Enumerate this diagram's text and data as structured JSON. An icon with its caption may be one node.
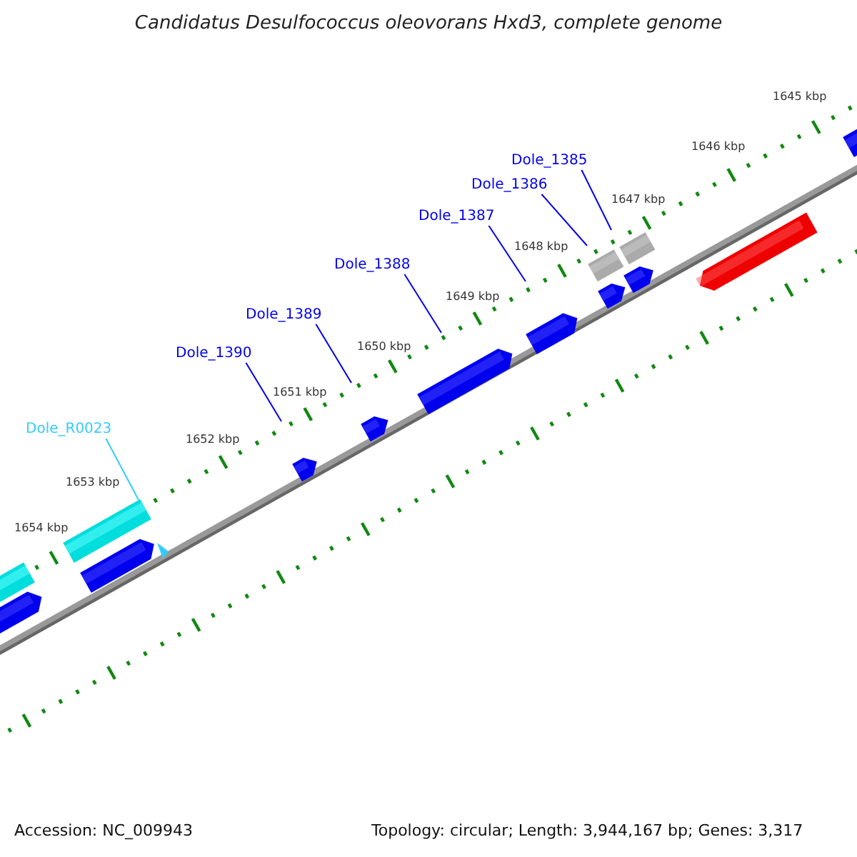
{
  "diagram": {
    "title": "Candidatus Desulfococcus oleovorans Hxd3, complete genome",
    "nodes": [
      {
        "text": [
          "Dole_1385"
        ]
      },
      {
        "text": [
          "Dole_1386"
        ]
      },
      {
        "text": [
          "Dole_1387"
        ]
      },
      {
        "text": [
          "Dole_1388"
        ]
      },
      {
        "text": [
          "Dole_1389"
        ]
      },
      {
        "text": [
          "Dole_1390"
        ]
      },
      {
        "text": [
          "Dole_R0023"
        ]
      }
    ],
    "edges": [
      {
        "from": 0,
        "to": null,
        "arrow": "none"
      },
      {
        "from": 1,
        "to": null,
        "arrow": "none"
      },
      {
        "from": 2,
        "to": null,
        "arrow": "none"
      },
      {
        "from": 3,
        "to": null,
        "arrow": "none"
      },
      {
        "from": 4,
        "to": null,
        "arrow": "none"
      },
      {
        "from": 5,
        "to": null,
        "arrow": "none"
      },
      {
        "from": 6,
        "to": null,
        "arrow": "none",
        "color": "#33ccff"
      }
    ],
    "labels": [
      "1645 kbp",
      "1646 kbp",
      "1647 kbp",
      "1648 kbp",
      "1649 kbp",
      "1650 kbp",
      "1651 kbp",
      "1652 kbp",
      "1653 kbp",
      "1654 kbp",
      "Accession: NC_009943",
      "Topology: circular; Length: 3,944,167 bp; Genes: 3,317"
    ]
  }
}
